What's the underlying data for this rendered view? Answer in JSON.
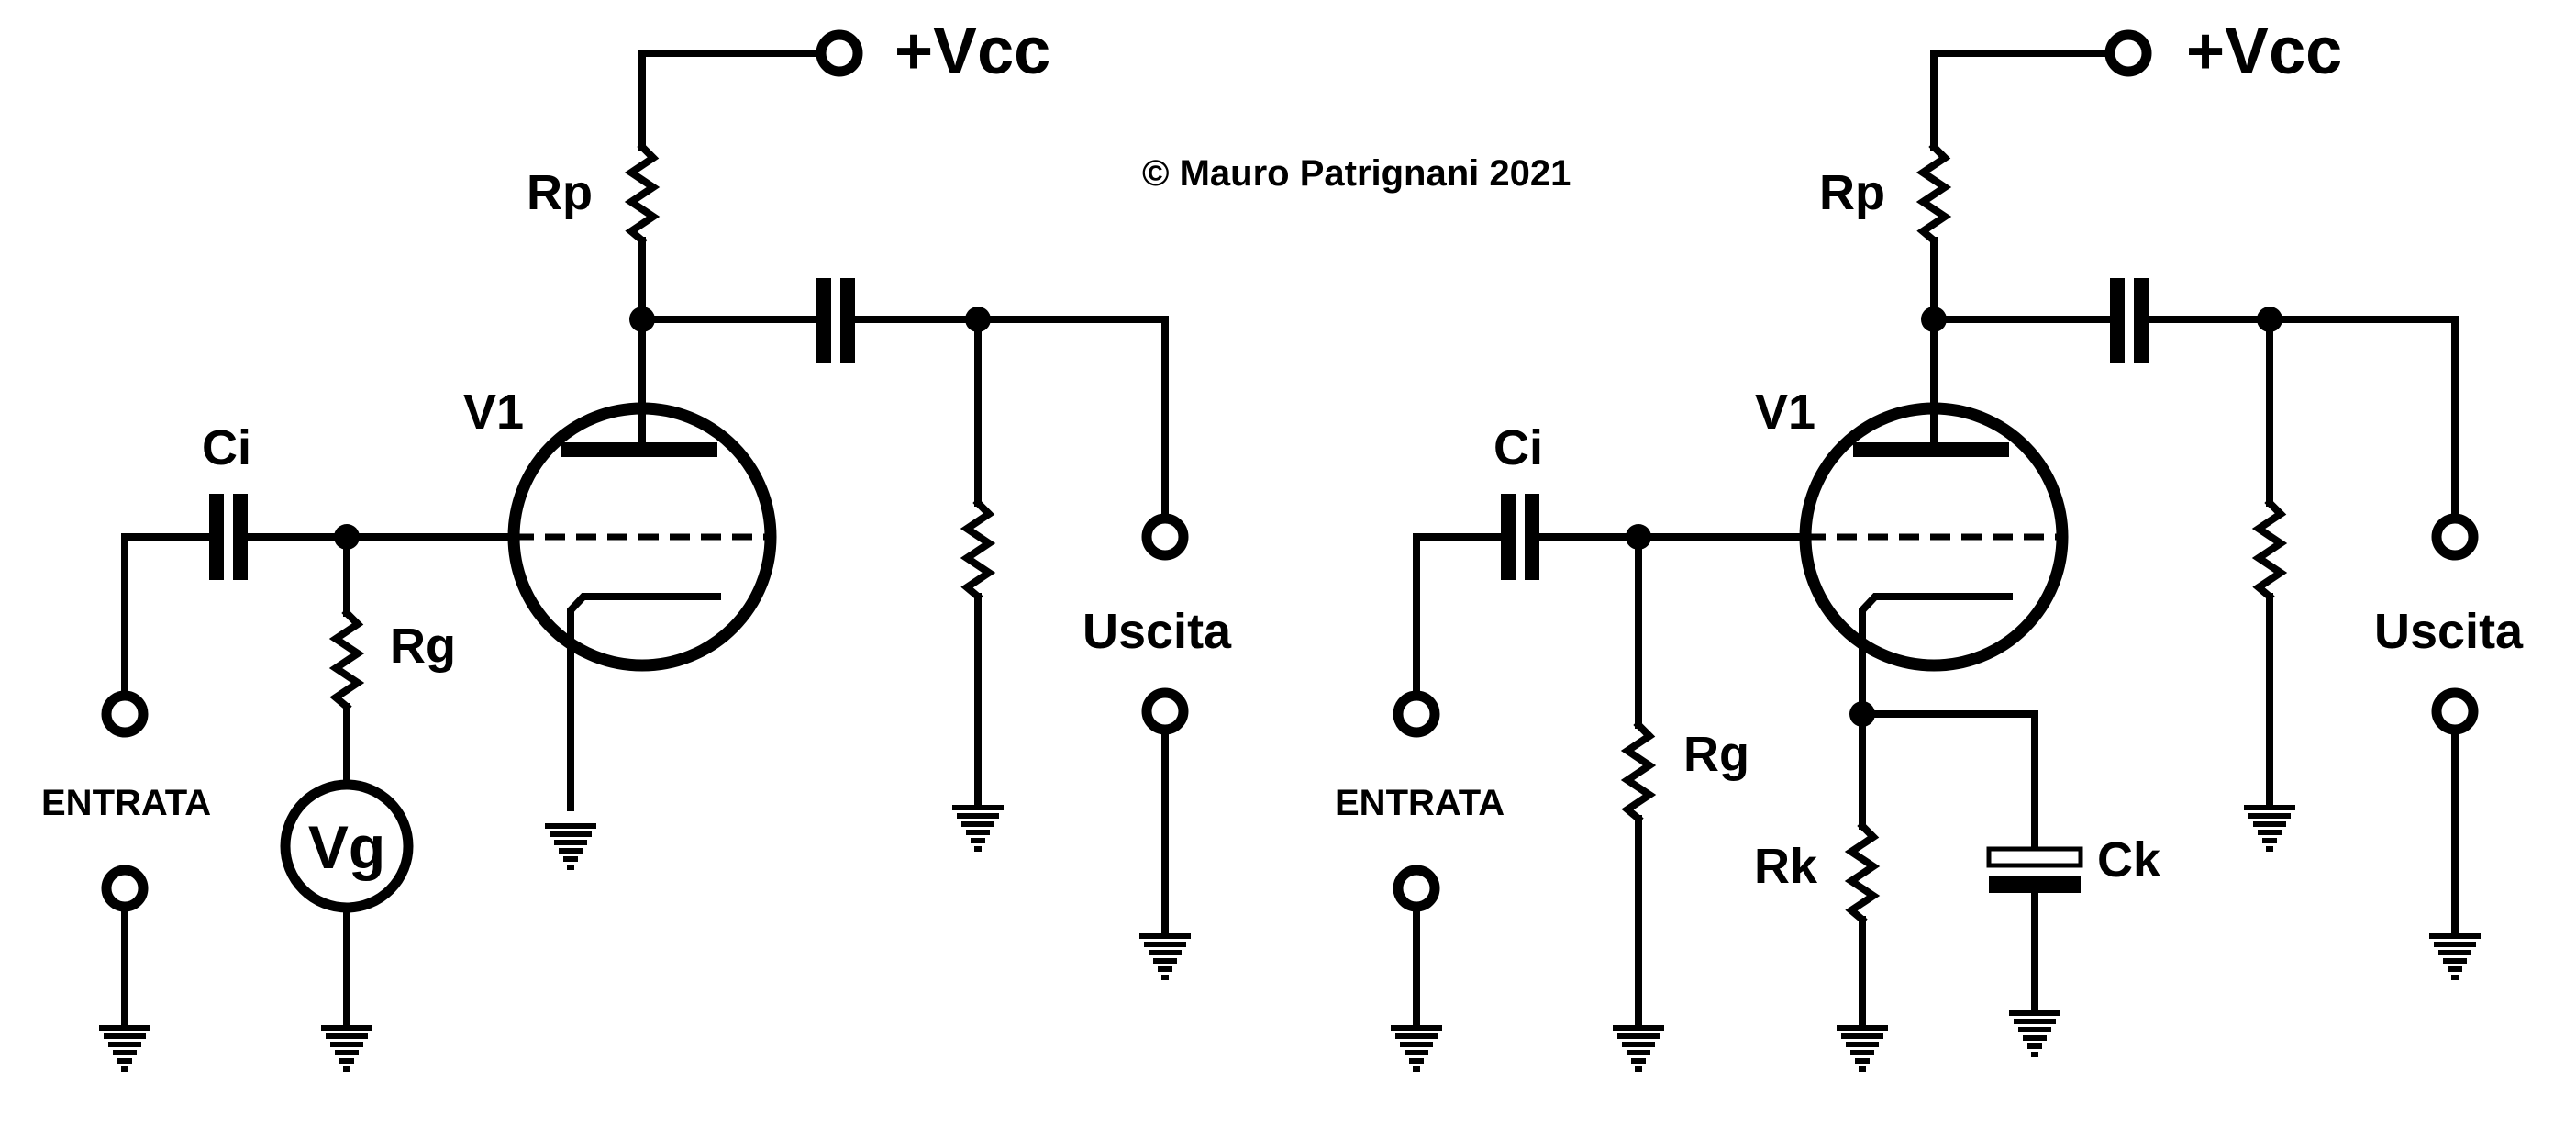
{
  "copyright": "© Mauro Patrignani 2021",
  "left_circuit": {
    "supply_label": "+Vcc",
    "plate_resistor_label": "Rp",
    "tube_label": "V1",
    "input_cap_label": "Ci",
    "grid_resistor_label": "Rg",
    "grid_source_label": "Vg",
    "input_label": "ENTRATA",
    "output_label": "Uscita"
  },
  "right_circuit": {
    "supply_label": "+Vcc",
    "plate_resistor_label": "Rp",
    "tube_label": "V1",
    "input_cap_label": "Ci",
    "grid_resistor_label": "Rg",
    "cathode_resistor_label": "Rk",
    "cathode_cap_label": "Ck",
    "input_label": "ENTRATA",
    "output_label": "Uscita"
  },
  "colors": {
    "ink": "#000000",
    "background": "#ffffff"
  }
}
